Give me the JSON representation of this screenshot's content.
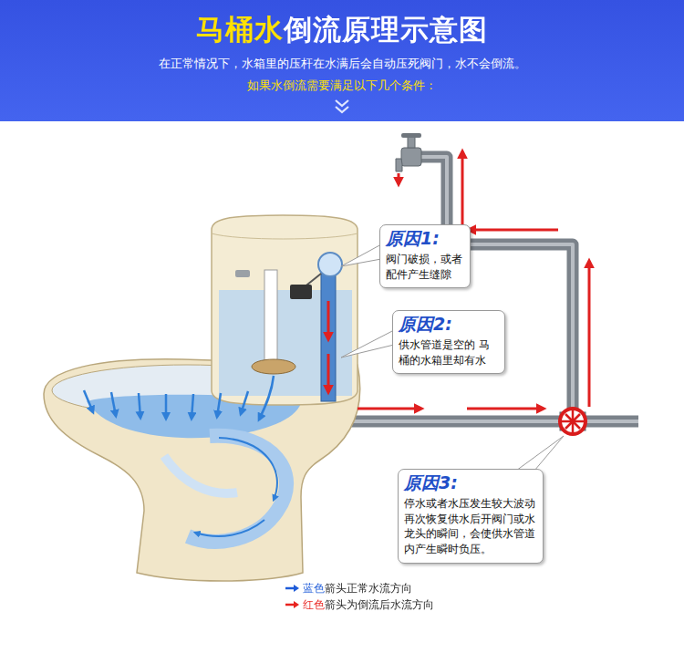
{
  "diagram": {
    "title": "马桶水倒流原理示意图",
    "nodes": [
      {
        "text": [
          "原因1:",
          "阀门破损，或者 配件产生缝隙"
        ]
      },
      {
        "text": [
          "原因2:",
          "供水管道是空的 马桶的水箱里却有水"
        ]
      },
      {
        "text": [
          "原因3:",
          "停水或者水压发生较大波动 再次恢复供水后开阀门或水 龙头的瞬间，会使供水管道 内产生瞬时负压。"
        ]
      }
    ],
    "labels": [
      "在正常情况下，水箱里的压杆在水满后会自动压死阀门，水不会倒流。",
      "如果水倒流需要满足以下几个条件："
    ],
    "legend": [
      {
        "text": "蓝色箭头正常水流方向",
        "color": "#1e5bd8"
      },
      {
        "text": "红色箭头为倒流后水流方向",
        "color": "#e8231f"
      }
    ]
  }
}
